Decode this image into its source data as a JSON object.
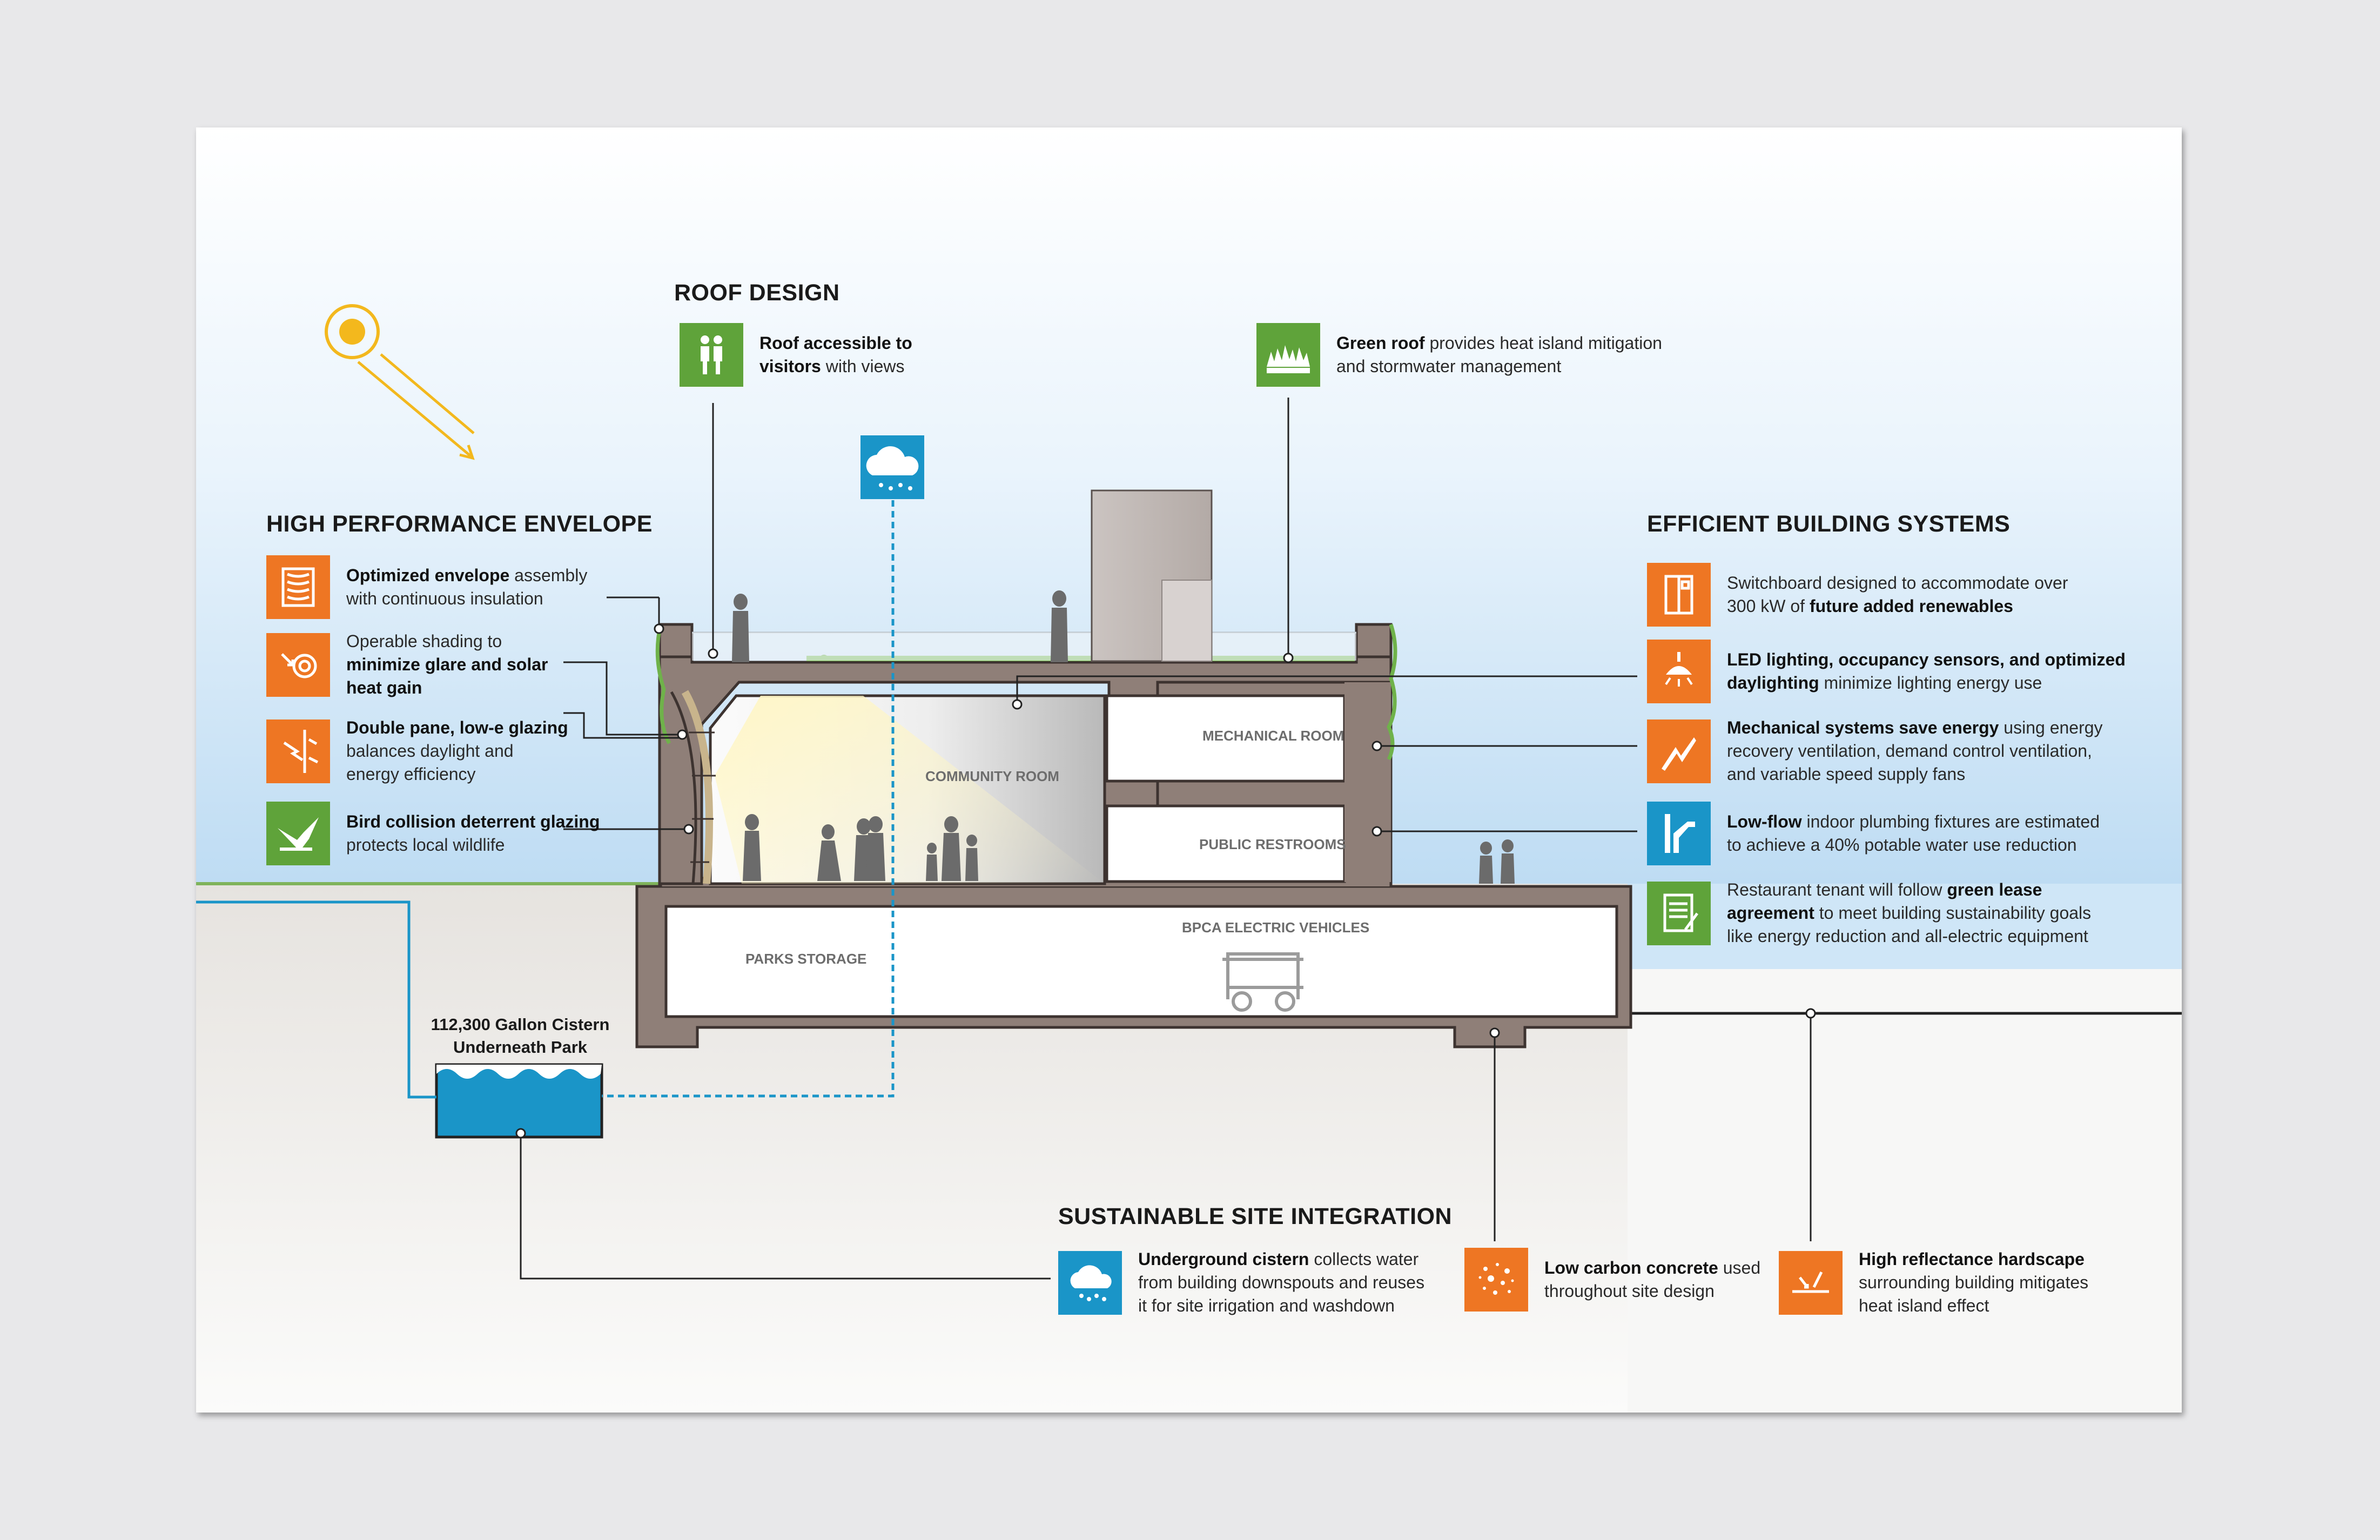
{
  "headings": {
    "roof": "ROOF DESIGN",
    "envelope": "HIGH PERFORMANCE ENVELOPE",
    "systems": "EFFICIENT BUILDING SYSTEMS",
    "site": "SUSTAINABLE SITE INTEGRATION"
  },
  "roof_items": [
    {
      "icon": "visitors-icon",
      "bold1": "Roof accessible to",
      "bold2": "visitors",
      "rest": " with views"
    },
    {
      "icon": "green-roof-icon",
      "bold1": "Green roof",
      "rest1": " provides heat island mitigation",
      "rest2": "and stormwater management"
    }
  ],
  "envelope_items": [
    {
      "icon": "insulation-icon",
      "bold1": "Optimized envelope",
      "rest1": " assembly",
      "line2": "with continuous insulation"
    },
    {
      "icon": "shading-icon",
      "line1": "Operable shading to",
      "bold2": "minimize glare and solar",
      "bold3": "heat gain"
    },
    {
      "icon": "glazing-icon",
      "bold1": "Double pane, low-e glazing",
      "line2": "balances daylight and",
      "line3": "energy efficiency"
    },
    {
      "icon": "bird-icon",
      "bold1": "Bird collision deterrent glazing",
      "line2": "protects local wildlife"
    }
  ],
  "systems_items": [
    {
      "icon": "switchboard-icon",
      "line1": "Switchboard designed to accommodate over",
      "pre2": "300 kW of ",
      "bold2": "future added renewables"
    },
    {
      "icon": "lighting-icon",
      "bold1": "LED lighting, occupancy sensors, and optimized",
      "bold2": "daylighting",
      "rest2": " minimize lighting energy use"
    },
    {
      "icon": "mechanical-icon",
      "bold1": "Mechanical systems save energy",
      "rest1": " using energy",
      "line2": "recovery ventilation, demand control ventilation,",
      "line3": "and variable speed supply fans"
    },
    {
      "icon": "plumbing-icon",
      "bold1": "Low-flow",
      "rest1": " indoor plumbing fixtures are estimated",
      "line2": "to achieve a 40% potable water use reduction"
    },
    {
      "icon": "lease-icon",
      "pre1": "Restaurant tenant will follow ",
      "bold1": "green lease",
      "bold2": "agreement",
      "rest2": " to meet building sustainability goals",
      "line3": "like energy reduction and all-electric equipment"
    }
  ],
  "site_items": [
    {
      "icon": "rain-cloud-icon",
      "bold1": "Underground cistern",
      "rest1": " collects water",
      "line2": "from building downspouts and reuses",
      "line3": "it for site irrigation and washdown"
    },
    {
      "icon": "concrete-icon",
      "bold1": "Low carbon concrete",
      "rest1": " used",
      "line2": "throughout site design"
    },
    {
      "icon": "hardscape-icon",
      "bold1": "High reflectance hardscape",
      "line2": "surrounding building mitigates",
      "line3": "heat island effect"
    }
  ],
  "rooms": {
    "community": "COMMUNITY ROOM",
    "mechanical": "MECHANICAL ROOM",
    "restrooms": "PUBLIC RESTROOMS",
    "storage": "PARKS STORAGE",
    "vehicles": "BPCA ELECTRIC VEHICLES"
  },
  "cistern": {
    "line1": "112,300 Gallon Cistern",
    "line2": "Underneath Park"
  },
  "colors": {
    "orange": "#ee7623",
    "green": "#5fa33a",
    "blue": "#1a95c8",
    "wall": "#8f7f78",
    "sky": "#cfe6f7"
  }
}
